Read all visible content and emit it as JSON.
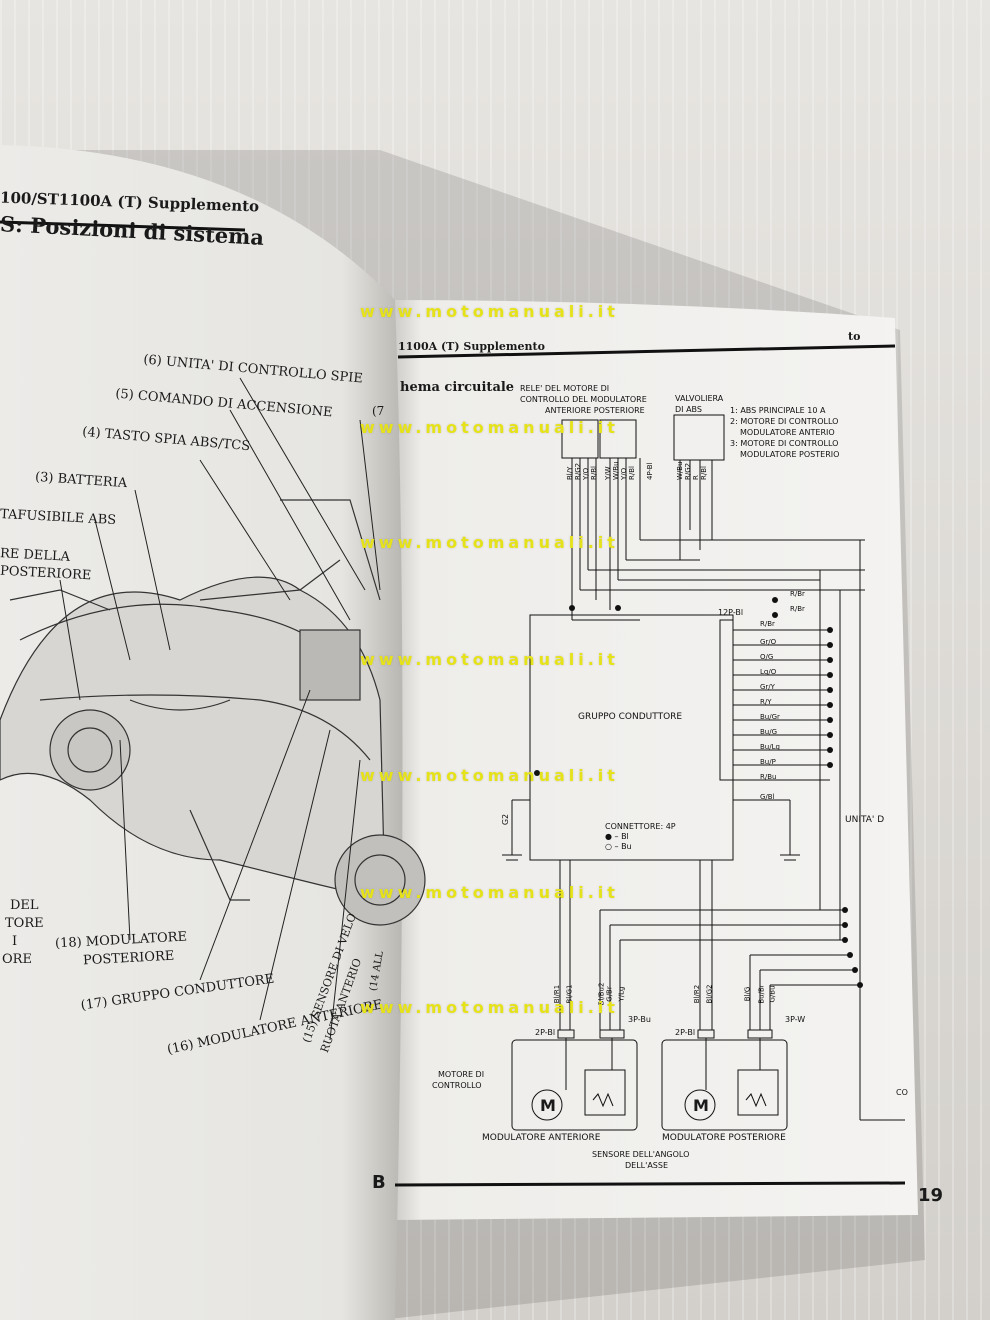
{
  "left_page": {
    "header": "100/ST1100A (T) Supplemento",
    "section_title": "S: Posizioni di sistema",
    "callouts": [
      "(6) UNITA' DI CONTROLLO SPIE",
      "(5) COMANDO DI ACCENSIONE",
      "(4) TASTO SPIA ABS/TCS",
      "(3) BATTERIA",
      "TAFUSIBILE ABS",
      "RE DELLA",
      "POSTERIORE",
      "DEL",
      "TORE",
      "I",
      "ORE",
      "(18) MODULATORE",
      "POSTERIORE",
      "(17) GRUPPO CONDUTTORE",
      "(16) MODULATORE ANTERIORE",
      "(15) SENSORE DI VELO",
      "RUOTA ANTERIO",
      "(7",
      "(14 ALL"
    ],
    "footer_letter": "B"
  },
  "right_page": {
    "header": "1100A (T) Supplemento",
    "header_right": "to",
    "section_title": "hema circuitale",
    "relay_label_1": "RELE' DEL MOTORE DI",
    "relay_label_2": "CONTROLLO DEL MODULATORE",
    "relay_label_3": "ANTERIORE  POSTERIORE",
    "valve_label_1": "VALVOLIERA",
    "valve_label_2": "DI ABS",
    "legend_1": "1: ABS PRINCIPALE 10 A",
    "legend_2": "2: MOTORE DI CONTROLLO",
    "legend_2b": "MODULATORE ANTERIO",
    "legend_3": "3: MOTORE DI CONTROLLO",
    "legend_3b": "MODULATORE POSTERIO",
    "top_wires": [
      "Bl/Y",
      "R/G2",
      "Y/O",
      "R/Bl",
      "Y/W",
      "W/Bu",
      "Y/O",
      "R/Bl",
      "4P-Bl",
      "W/Bu",
      "R/G2",
      "R",
      "R/Bl"
    ],
    "unit_label": "GRUPPO CONDUTTORE",
    "connector_12p": "12P-Bl",
    "right_wires": [
      "R/Br",
      "R/Br",
      "R/Br",
      "Gr/O",
      "O/G",
      "Lg/O",
      "Gr/Y",
      "R/Y",
      "Bu/Gr",
      "Bu/G",
      "Bu/Lg",
      "Bu/P",
      "R/Bu",
      "G/Bl"
    ],
    "connector_note": "CONNETTORE: 4P",
    "connector_bl": "● – Bl",
    "connector_bu": "○ – Bu",
    "ground_label": "G2",
    "unit_right": "UNITA' D",
    "bottom_left_wires": [
      "Bl/R1",
      "Bl/G1"
    ],
    "bottom_left_wires_b": [
      "Bl/Bu2",
      "G/Br",
      "Y/Lg"
    ],
    "bottom_right_wires": [
      "Bl/R2",
      "Bl/G2"
    ],
    "bottom_right_wires_b": [
      "Bl/G",
      "Bu/Br",
      "G/Bu"
    ],
    "conn_2p_left": "2P-Bl",
    "conn_3p_bu": "3P-Bu",
    "conn_2p_right": "2P-Bl",
    "conn_3p_w": "3P-W",
    "motor_label_1": "MOTORE DI",
    "motor_label_2": "CONTROLLO",
    "motor_symbol": "M",
    "mod_front": "MODULATORE ANTERIORE",
    "mod_rear": "MODULATORE POSTERIORE",
    "sensor_1": "SENSORE DELL'ANGOLO",
    "sensor_2": "DELL'ASSE",
    "co_label": "CO",
    "page_number": "19"
  },
  "watermarks": [
    "www.motomanuali.it",
    "www.motomanuali.it",
    "www.motomanuali.it",
    "www.motomanuali.it",
    "www.motomanuali.it",
    "www.motomanuali.it",
    "www.motomanuali.it"
  ]
}
